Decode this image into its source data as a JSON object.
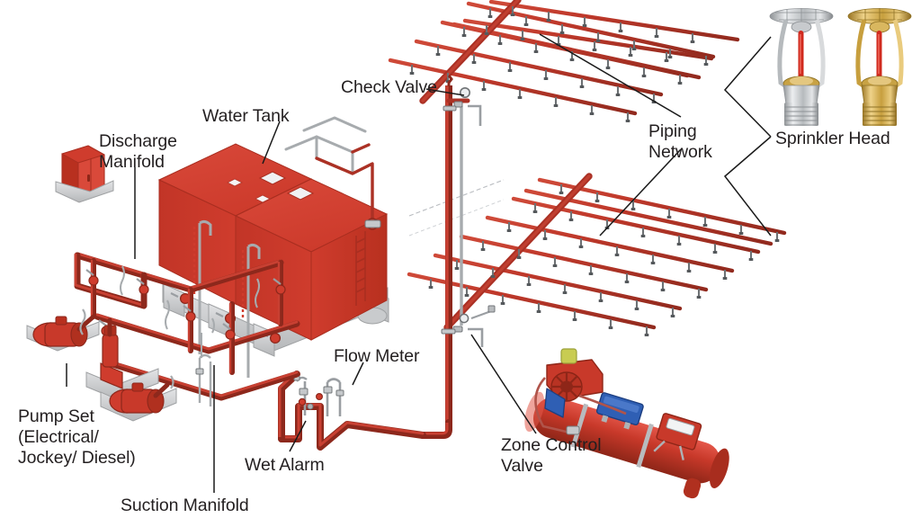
{
  "diagram": {
    "title": "Fire Sprinkler System Schematic",
    "background_color": "#ffffff",
    "label_color": "#231f20",
    "palette": {
      "pipe_red": "#c0392b",
      "pipe_red_dark": "#9b3026",
      "tank_red": "#cf3a2c",
      "tank_red_shade": "#b0301f",
      "tank_red_top": "#d9493a",
      "concrete_gray": "#cfd0d2",
      "concrete_gray_dark": "#a9abad",
      "steel_gray": "#9a9ea2",
      "accent_blue": "#2f5fb4",
      "accent_yellow": "#c8cc52",
      "brass": "#c8a244",
      "chrome": "#c9cbcd",
      "bulb_red": "#d02a1e",
      "leader_line": "#1a1a1a"
    }
  },
  "labels": {
    "discharge_manifold": "Discharge\nManifold",
    "water_tank": "Water Tank",
    "check_valve": "Check Valve",
    "piping_network": "Piping\nNetwork",
    "sprinkler_head": "Sprinkler Head",
    "flow_meter": "Flow Meter",
    "zone_control_valve": "Zone Control\nValve",
    "wet_alarm": "Wet Alarm",
    "pump_set": "Pump Set\n(Electrical/\nJockey/ Diesel)",
    "suction_manifold": "Suction Manifold"
  },
  "components": {
    "control_panel": "control-panel-cabinet",
    "water_tanks": 2,
    "pumps": [
      {
        "name": "electrical-pump",
        "type": "horizontal"
      },
      {
        "name": "jockey-pump",
        "type": "vertical"
      },
      {
        "name": "diesel-pump",
        "type": "horizontal"
      }
    ],
    "piping_grids": 2,
    "branch_lines_per_grid": 7,
    "sprinkler_heads_photo": [
      {
        "name": "chrome-sprinkler-head",
        "finish": "chrome"
      },
      {
        "name": "brass-sprinkler-head",
        "finish": "brass"
      }
    ]
  }
}
